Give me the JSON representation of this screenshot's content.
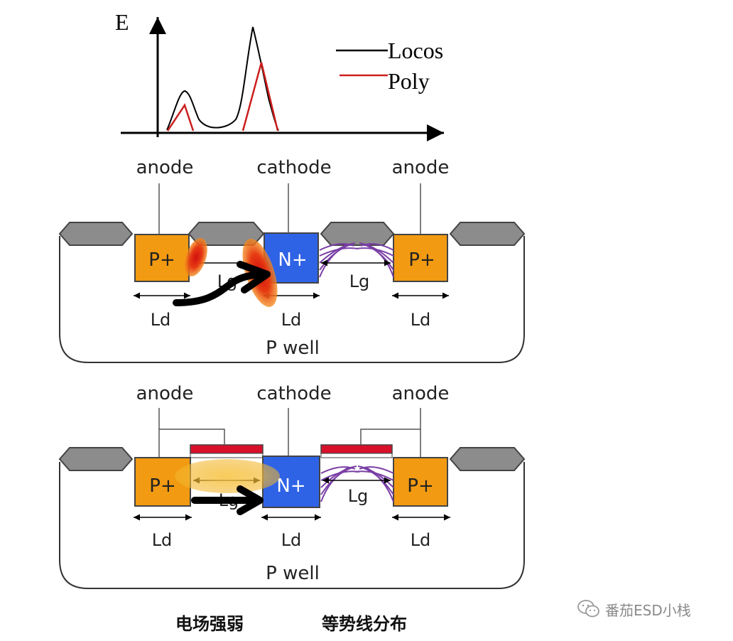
{
  "plot": {
    "y_label": "E",
    "legend": [
      {
        "label": "Locos",
        "color": "#000000"
      },
      {
        "label": "Poly",
        "color": "#cc1f1f"
      }
    ]
  },
  "device_top": {
    "terminals": {
      "left": "anode",
      "center": "cathode",
      "right": "anode"
    },
    "regions": {
      "left": "P+",
      "center": "N+",
      "right": "P+"
    },
    "dims": {
      "lg_left": "Lg",
      "lg_right": "Lg",
      "ld_left": "Ld",
      "ld_center": "Ld",
      "ld_right": "Ld"
    },
    "well": "P well"
  },
  "device_bottom": {
    "terminals": {
      "left": "anode",
      "center": "cathode",
      "right": "anode"
    },
    "regions": {
      "left": "P+",
      "center": "N+",
      "right": "P+"
    },
    "dims": {
      "lg_left": "Lg",
      "lg_right": "Lg",
      "ld_left": "Ld",
      "ld_center": "Ld",
      "ld_right": "Ld"
    },
    "well": "P well"
  },
  "captions": {
    "left": "电场强弱",
    "right": "等势线分布"
  },
  "watermark": {
    "text": "番茄ESD小栈"
  },
  "colors": {
    "p_plus": "#f29a12",
    "n_plus": "#2f63e6",
    "locos": "#8c8c8c",
    "poly_gate": "#d8102a",
    "equipotential": "#7a3fa6",
    "locos_curve": "#000000",
    "poly_curve": "#cc1f1f"
  }
}
